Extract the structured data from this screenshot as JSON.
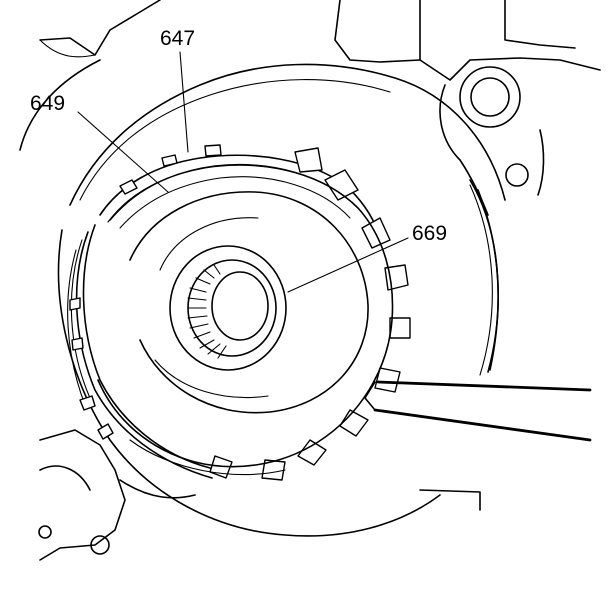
{
  "diagram": {
    "callouts": [
      {
        "id": "c647",
        "label": "647"
      },
      {
        "id": "c649",
        "label": "649"
      },
      {
        "id": "c669",
        "label": "669"
      }
    ]
  },
  "colors": {
    "line": "#000000",
    "background": "#ffffff"
  }
}
